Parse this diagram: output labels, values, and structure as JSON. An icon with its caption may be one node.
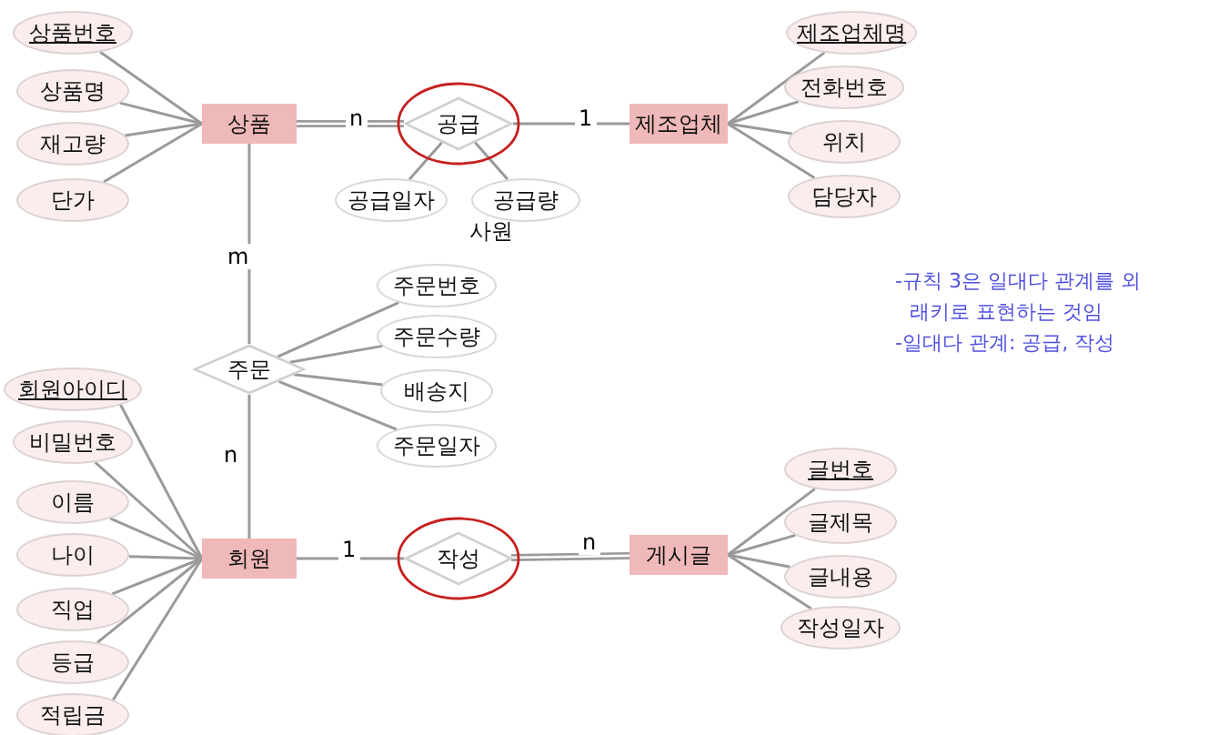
{
  "diagram": {
    "nodes": [
      {
        "text": [
          "상품"
        ]
      },
      {
        "text": [
          "상품번호"
        ]
      },
      {
        "text": [
          "상품명"
        ]
      },
      {
        "text": [
          "재고량"
        ]
      },
      {
        "text": [
          "단가"
        ]
      },
      {
        "text": [
          "공급"
        ]
      },
      {
        "text": [
          "공급일자"
        ]
      },
      {
        "text": [
          "공급량"
        ]
      },
      {
        "text": [
          "제조업체"
        ]
      },
      {
        "text": [
          "제조업체명"
        ]
      },
      {
        "text": [
          "전화번호"
        ]
      },
      {
        "text": [
          "위치"
        ]
      },
      {
        "text": [
          "담당자"
        ]
      },
      {
        "text": [
          "주문"
        ]
      },
      {
        "text": [
          "주문번호"
        ]
      },
      {
        "text": [
          "주문수량"
        ]
      },
      {
        "text": [
          "배송지"
        ]
      },
      {
        "text": [
          "주문일자"
        ]
      },
      {
        "text": [
          "회원"
        ]
      },
      {
        "text": [
          "회원아이디"
        ]
      },
      {
        "text": [
          "비밀번호"
        ]
      },
      {
        "text": [
          "이름"
        ]
      },
      {
        "text": [
          "나이"
        ]
      },
      {
        "text": [
          "직업"
        ]
      },
      {
        "text": [
          "등급"
        ]
      },
      {
        "text": [
          "적립금"
        ]
      },
      {
        "text": [
          "작성"
        ]
      },
      {
        "text": [
          "게시글"
        ]
      },
      {
        "text": [
          "글번호"
        ]
      },
      {
        "text": [
          "글제목"
        ]
      },
      {
        "text": [
          "글내용"
        ]
      },
      {
        "text": [
          "작성일자"
        ]
      }
    ],
    "edges": [
      {
        "from": 1,
        "to": 0,
        "arrow": "none"
      },
      {
        "from": 2,
        "to": 0,
        "arrow": "none"
      },
      {
        "from": 3,
        "to": 0,
        "arrow": "none"
      },
      {
        "from": 4,
        "to": 0,
        "arrow": "none"
      },
      {
        "from": 0,
        "to": 5,
        "arrow": "none",
        "label": "n",
        "style": "thick"
      },
      {
        "from": 5,
        "to": 8,
        "arrow": "none",
        "label": "1"
      },
      {
        "from": 5,
        "to": 6,
        "arrow": "none"
      },
      {
        "from": 5,
        "to": 7,
        "arrow": "none"
      },
      {
        "from": 8,
        "to": 9,
        "arrow": "none"
      },
      {
        "from": 8,
        "to": 10,
        "arrow": "none"
      },
      {
        "from": 8,
        "to": 11,
        "arrow": "none"
      },
      {
        "from": 8,
        "to": 12,
        "arrow": "none"
      },
      {
        "from": 0,
        "to": 13,
        "arrow": "none",
        "label": "m"
      },
      {
        "from": 13,
        "to": 14,
        "arrow": "none"
      },
      {
        "from": 13,
        "to": 15,
        "arrow": "none"
      },
      {
        "from": 13,
        "to": 16,
        "arrow": "none"
      },
      {
        "from": 13,
        "to": 17,
        "arrow": "none"
      },
      {
        "from": 13,
        "to": 18,
        "arrow": "none",
        "label": "n"
      },
      {
        "from": 19,
        "to": 18,
        "arrow": "none"
      },
      {
        "from": 20,
        "to": 18,
        "arrow": "none"
      },
      {
        "from": 21,
        "to": 18,
        "arrow": "none"
      },
      {
        "from": 22,
        "to": 18,
        "arrow": "none"
      },
      {
        "from": 23,
        "to": 18,
        "arrow": "none"
      },
      {
        "from": 24,
        "to": 18,
        "arrow": "none"
      },
      {
        "from": 25,
        "to": 18,
        "arrow": "none"
      },
      {
        "from": 18,
        "to": 26,
        "arrow": "none",
        "label": "1"
      },
      {
        "from": 26,
        "to": 27,
        "arrow": "none",
        "label": "n",
        "style": "thick"
      },
      {
        "from": 27,
        "to": 28,
        "arrow": "none"
      },
      {
        "from": 27,
        "to": 29,
        "arrow": "none"
      },
      {
        "from": 27,
        "to": 30,
        "arrow": "none"
      },
      {
        "from": 27,
        "to": 31,
        "arrow": "none"
      }
    ],
    "labels": [
      "사원",
      "-규칙 3은 일대다 관계를 외래키로 표현하는 것임",
      "-일대다 관계: 공급, 작성"
    ]
  }
}
